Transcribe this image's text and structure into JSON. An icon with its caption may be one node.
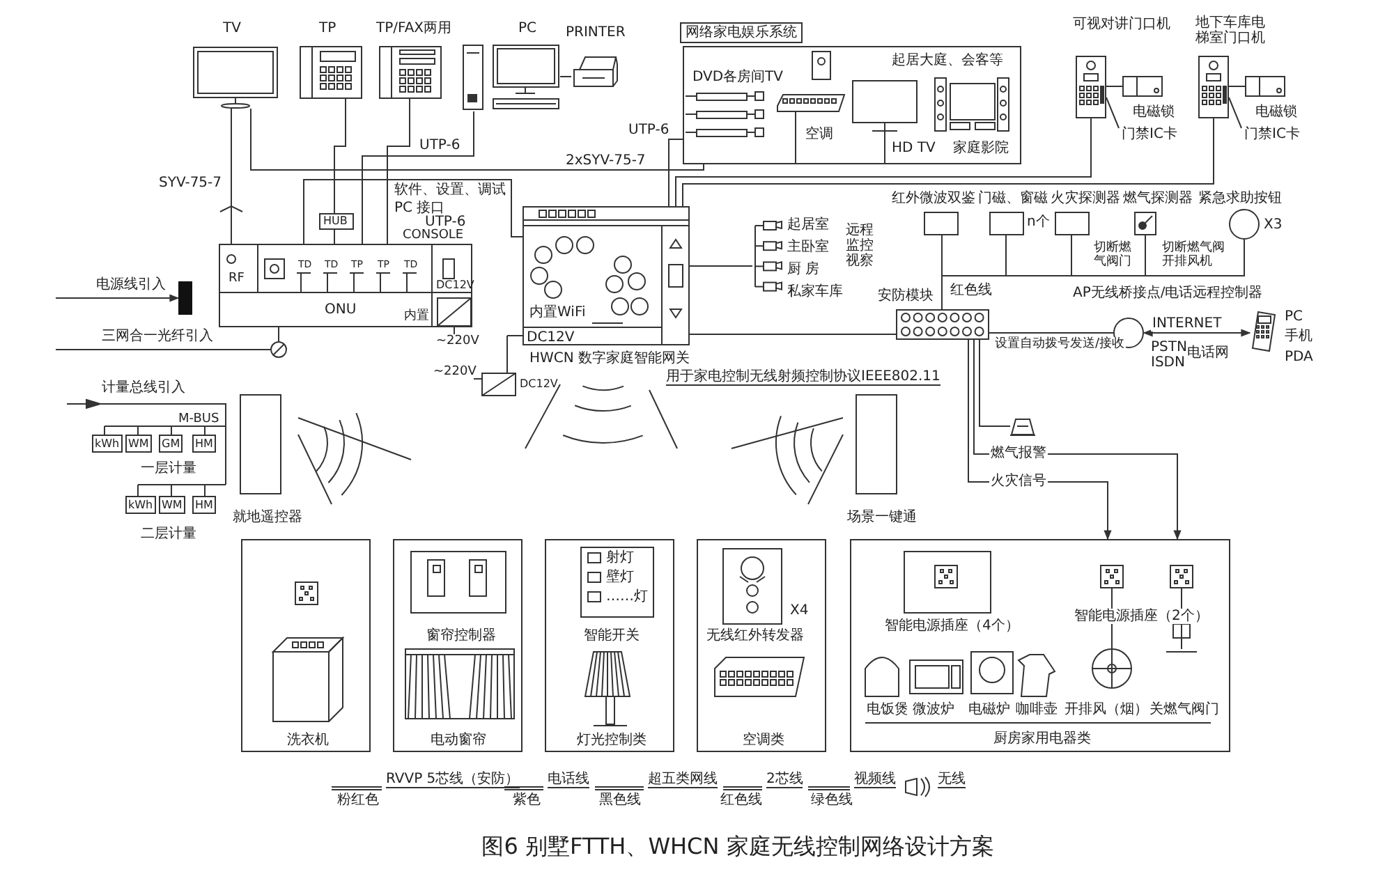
{
  "diagram": {
    "caption": "图6 别墅FTTH、WHCN 家庭无线控制网络设计方案",
    "nodes": [
      {
        "text": [
          "TV"
        ]
      },
      {
        "text": [
          "TP"
        ]
      },
      {
        "text": [
          "TP/FAX两用"
        ]
      },
      {
        "text": [
          "PC"
        ]
      },
      {
        "text": [
          "PRINTER"
        ]
      },
      {
        "text": [
          "HUB"
        ]
      },
      {
        "text": [
          "ONU"
        ]
      },
      {
        "text": [],
        "shape": "box"
      },
      {
        "text": [],
        "shape": "circle"
      },
      {
        "text": [
          "内置WiFi",
          "DC12V",
          "HWCN 数字家庭智能网关"
        ]
      },
      {
        "text": [
          "网络家电娱乐系统",
          "起居大庭、会客等"
        ]
      },
      {
        "text": [
          "可视对讲门口机"
        ]
      },
      {
        "text": [
          "地下车库电梯室门口机"
        ]
      },
      {
        "text": [],
        "shape": "picture",
        "beside": [
          "起居室",
          "主卧室",
          "厨 房",
          "私家车库"
        ]
      },
      {
        "text": [
          "安防模块"
        ]
      },
      {
        "text": [
          "红外微波双鉴"
        ]
      },
      {
        "text": [
          "门磁、窗磁"
        ],
        "beside": [
          "n个"
        ]
      },
      {
        "text": [
          "火灾探测器"
        ]
      },
      {
        "text": [
          "燃气探测器"
        ]
      },
      {
        "text": [
          "紧急求助按钮"
        ],
        "beside": [
          "X3"
        ]
      },
      {
        "text": [
          "AP无线桥接点/电话远程控制器"
        ]
      },
      {
        "text": [],
        "shape": "picture",
        "beside": [
          "PC",
          "手机",
          "PDA"
        ]
      },
      {
        "text": [
          "就地遥控器"
        ]
      },
      {
        "text": [
          "场景一键通"
        ]
      },
      {
        "text": [
          "洗衣机"
        ]
      },
      {
        "text": [
          "窗帘控制器",
          "电动窗帘"
        ]
      },
      {
        "text": [
          "射灯",
          "壁灯",
          "……灯",
          "智能开关",
          "灯光控制类"
        ]
      },
      {
        "text": [
          "X4",
          "无线红外转发器",
          "空调类"
        ]
      },
      {
        "text": [
          "智能电源插座（4个）",
          "智能电源插座（2个）",
          "电饭煲",
          "微波炉",
          "电磁炉",
          "咖啡壶",
          "开排风（烟）",
          "关燃气阀门",
          "厨房家用电器类"
        ]
      },
      {
        "text": [],
        "shape": "picture"
      }
    ],
    "edges": [
      {
        "from": 0,
        "to": 6,
        "arrow": "none",
        "label": "SYV-75-7"
      },
      {
        "from": 1,
        "to": 5,
        "arrow": "none"
      },
      {
        "from": 2,
        "to": 6,
        "arrow": "none"
      },
      {
        "from": 3,
        "to": 6,
        "arrow": "none",
        "label": "UTP-6"
      },
      {
        "from": 3,
        "to": 4,
        "arrow": "none"
      },
      {
        "from": 5,
        "to": 6,
        "arrow": "none"
      },
      {
        "from": 6,
        "to": 9,
        "arrow": "none"
      },
      {
        "from": 9,
        "to": 10,
        "arrow": "none",
        "label": "UTP-6"
      },
      {
        "from": 0,
        "to": 10,
        "arrow": "none",
        "label": "2xSYV-75-7"
      },
      {
        "from": 9,
        "to": 11,
        "arrow": "none"
      },
      {
        "from": 9,
        "to": 12,
        "arrow": "none"
      },
      {
        "from": 9,
        "to": 13,
        "arrow": "none"
      },
      {
        "from": 9,
        "to": 14,
        "arrow": "none"
      },
      {
        "from": 14,
        "to": 15,
        "arrow": "none"
      },
      {
        "from": 14,
        "to": 16,
        "arrow": "none"
      },
      {
        "from": 14,
        "to": 17,
        "arrow": "none"
      },
      {
        "from": 14,
        "to": 18,
        "arrow": "none"
      },
      {
        "from": 14,
        "to": 19,
        "arrow": "none"
      },
      {
        "from": 14,
        "to": 20,
        "arrow": "none",
        "label": "设置自动拨号发送/接收"
      },
      {
        "from": 20,
        "to": 21,
        "arrow": "both",
        "label": "INTERNET"
      },
      {
        "from": null,
        "to": 7,
        "arrow": "to",
        "label": "电源线引入"
      },
      {
        "from": null,
        "to": 8,
        "arrow": "none",
        "label": "三网合一光纤引入"
      },
      {
        "from": 8,
        "to": 6,
        "arrow": "none"
      },
      {
        "from": 14,
        "to": 29,
        "arrow": "none"
      },
      {
        "from": 14,
        "to": 28,
        "arrow": "to",
        "label": "燃气报警"
      },
      {
        "from": 14,
        "to": 28,
        "arrow": "to",
        "label": "火灾信号"
      }
    ],
    "labels": [
      "DVD",
      "各房间TV",
      "空调",
      "HD TV",
      "家庭影院",
      "电磁锁",
      "门禁IC卡",
      "电磁锁",
      "门禁IC卡",
      "软件、设置、调试",
      "PC 接口",
      "UTP-6",
      "CONSOLE",
      "RF",
      "TD",
      "TD",
      "TP",
      "TP",
      "TD",
      "内置",
      "DC12V",
      "~220V",
      "~220V",
      "DC12V",
      "远程监控视察",
      "切断燃气阀门",
      "切断燃气阀开排风机",
      "红色线",
      "PSTN",
      "ISDN",
      "电话网",
      "用于家电控制无线射频控制协议IEEE802.11",
      "计量总线引入",
      "M-BUS",
      "kWh",
      "WM",
      "GM",
      "HM",
      "一层计量",
      "kWh",
      "WM",
      "HM",
      "二层计量",
      "粉红色",
      "紫色",
      "黑色线",
      "红色线",
      "绿色线"
    ],
    "legend": [
      {
        "text": "RVVP 5芯线（安防）"
      },
      {
        "text": "电话线"
      },
      {
        "text": "超五类网线"
      },
      {
        "text": "2芯线"
      },
      {
        "text": "视频线"
      },
      {
        "text": "无线"
      }
    ]
  }
}
